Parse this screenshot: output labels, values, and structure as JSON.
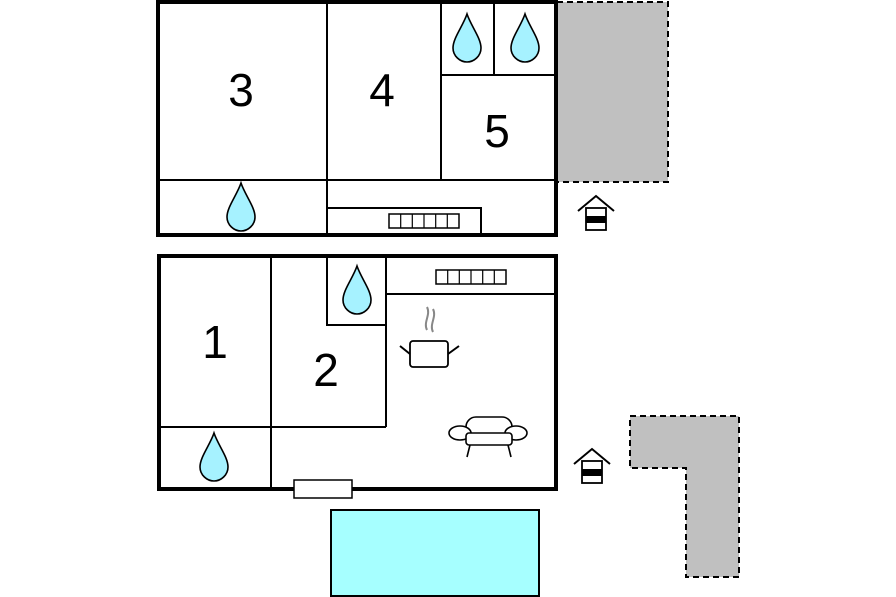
{
  "floor_plan": {
    "upper_floor": {
      "rooms": [
        {
          "label": "3"
        },
        {
          "label": "4"
        },
        {
          "label": "5"
        }
      ]
    },
    "lower_floor": {
      "rooms": [
        {
          "label": "1"
        },
        {
          "label": "2"
        }
      ]
    },
    "colors": {
      "water": "#a6f2ff",
      "pool": "#a6ffff",
      "terrace": "#c0c0c0",
      "wall": "#000000"
    },
    "icons": [
      "water-drop-icon",
      "radiator-icon",
      "kitchen-pot-icon",
      "sofa-icon",
      "entrance-house-icon",
      "pool",
      "terrace-area"
    ]
  }
}
